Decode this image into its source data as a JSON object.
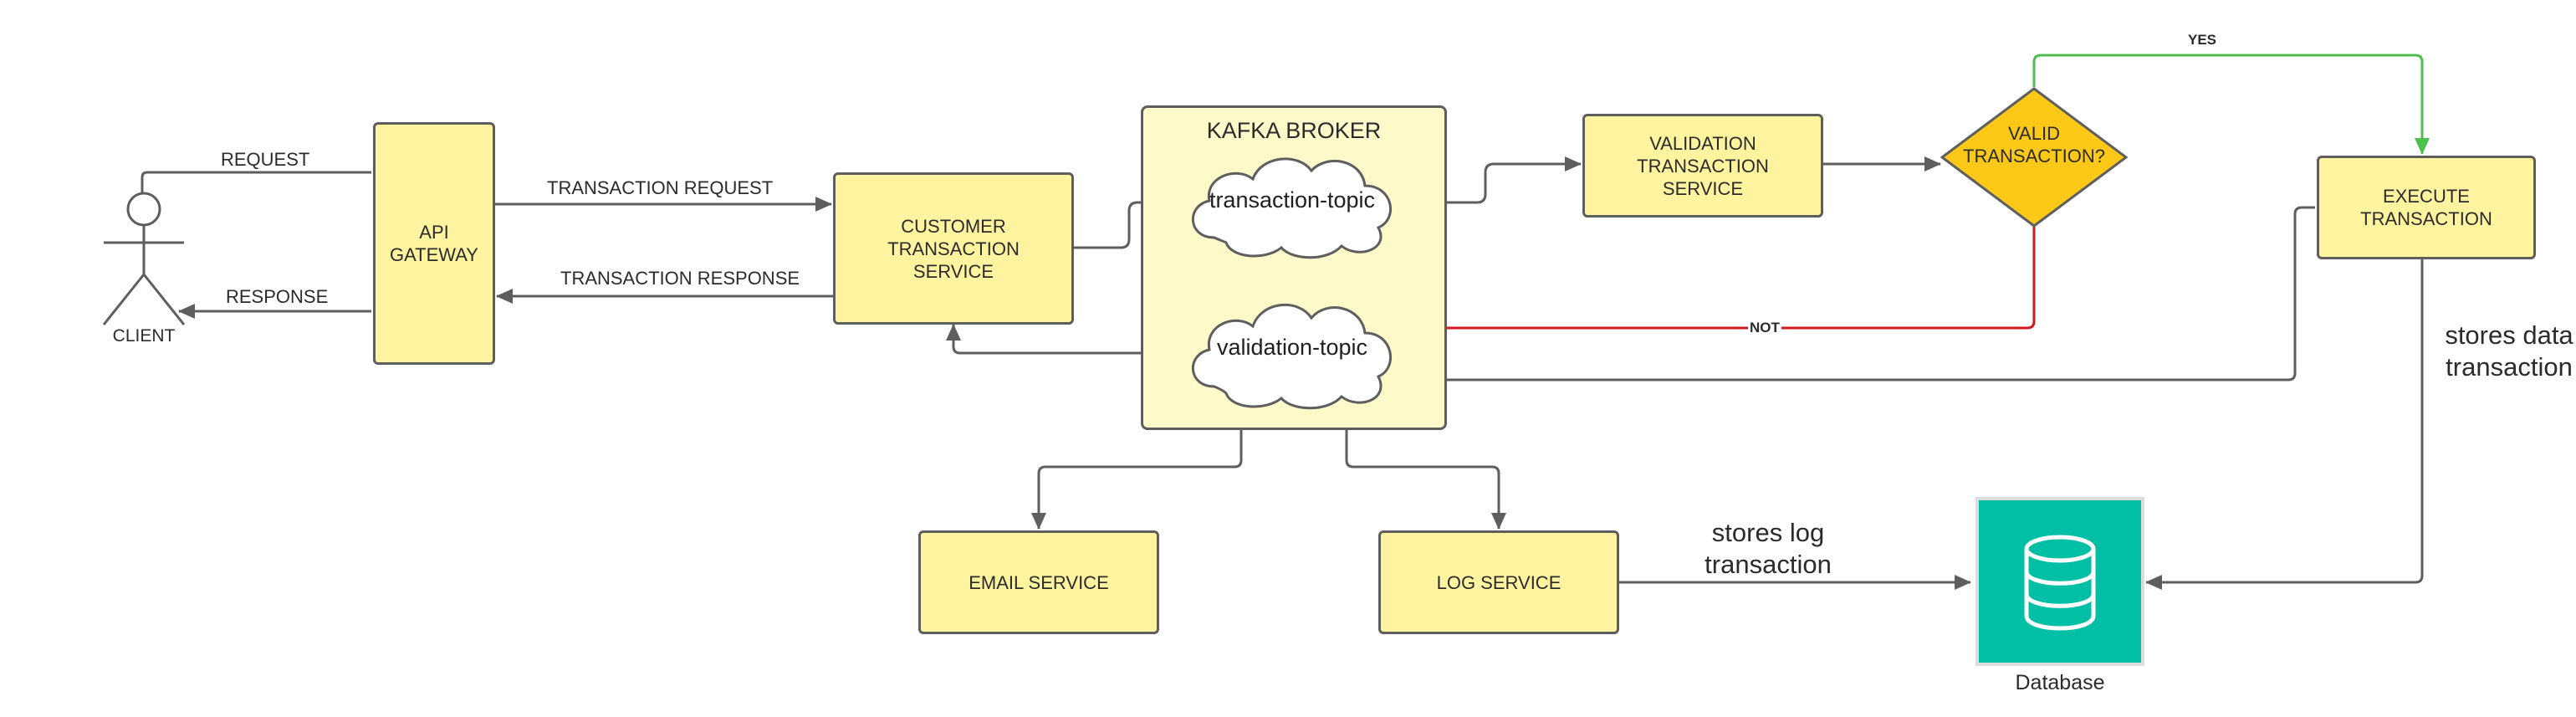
{
  "actor": {
    "label": "CLIENT"
  },
  "boxes": {
    "api_gateway": "API\nGATEWAY",
    "customer_service": "CUSTOMER\nTRANSACTION\nSERVICE",
    "validation_service": "VALIDATION\nTRANSACTION\nSERVICE",
    "execute_transaction": "EXECUTE\nTRANSACTION",
    "email_service": "EMAIL SERVICE",
    "log_service": "LOG SERVICE"
  },
  "kafka": {
    "title": "KAFKA BROKER",
    "topic_transaction": "transaction-topic",
    "topic_validation": "validation-topic"
  },
  "decision": {
    "label": "VALID\nTRANSACTION?"
  },
  "edges": {
    "request": "REQUEST",
    "response": "RESPONSE",
    "transaction_request": "TRANSACTION REQUEST",
    "transaction_response": "TRANSACTION RESPONSE",
    "yes": "YES",
    "not": "NOT",
    "stores_log": "stores log\ntransaction",
    "stores_data": "stores data\ntransaction"
  },
  "database": {
    "label": "Database"
  },
  "colors": {
    "box_fill": "#fef49f",
    "kafka_fill": "#fdf9c9",
    "decision_fill": "#fcc919",
    "line": "#5e5e5e",
    "yes_line": "#4cbf4f",
    "not_line": "#d0191f",
    "database_fill": "#00bfa5"
  }
}
